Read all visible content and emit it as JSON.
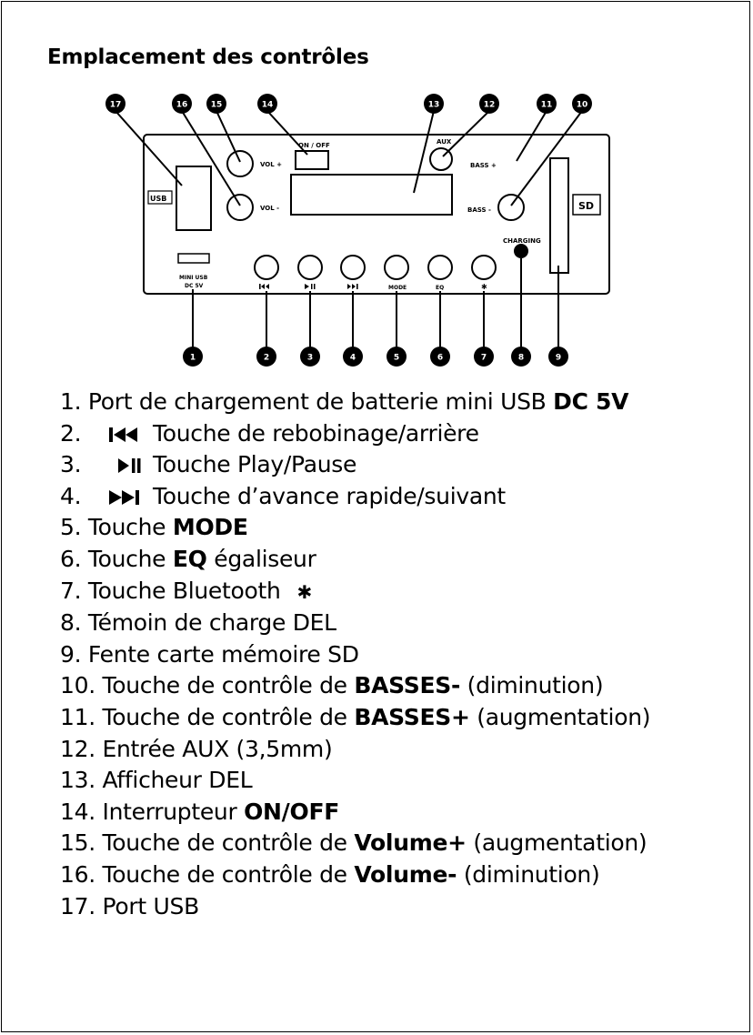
{
  "title": "Emplacement des contrôles",
  "panel_labels": {
    "vol_plus": "VOL +",
    "vol_minus": "VOL -",
    "on_off": "ON / OFF",
    "aux": "AUX",
    "bass_plus": "BASS +",
    "bass_minus": "BASS -",
    "charging": "CHARGING",
    "sd": "SD",
    "usb": "USB",
    "mini_usb": "MINI USB",
    "dc5v": "DC 5V",
    "mode": "MODE",
    "eq": "EQ"
  },
  "callouts": [
    "1",
    "2",
    "3",
    "4",
    "5",
    "6",
    "7",
    "8",
    "9",
    "10",
    "11",
    "12",
    "13",
    "14",
    "15",
    "16",
    "17"
  ],
  "items": {
    "i1": {
      "pre": "1. Port de chargement de batterie mini USB ",
      "bold": "DC 5V"
    },
    "i2": {
      "num": "2.",
      "text": "Touche de rebobinage/arrière"
    },
    "i3": {
      "num": "3.",
      "text": "Touche Play/Pause"
    },
    "i4": {
      "num": "4.",
      "text": "Touche d’avance rapide/suivant"
    },
    "i5": {
      "pre": "5. Touche ",
      "bold": "MODE"
    },
    "i6": {
      "pre": "6. Touche ",
      "bold": "EQ",
      "post": " égaliseur"
    },
    "i7": {
      "pre": "7. Touche Bluetooth",
      "glyph": "✱"
    },
    "i8": {
      "pre": "8. Témoin de charge DEL"
    },
    "i9": {
      "pre": "9. Fente carte mémoire SD"
    },
    "i10": {
      "pre": "10. Touche de contrôle de ",
      "bold": "BASSES-",
      "post": " (diminution)"
    },
    "i11": {
      "pre": "11. Touche de contrôle de ",
      "bold": "BASSES+",
      "post": " (augmentation)"
    },
    "i12": {
      "pre": "12. Entrée AUX (3,5mm)"
    },
    "i13": {
      "pre": "13. Afficheur DEL"
    },
    "i14": {
      "pre": "14. Interrupteur ",
      "bold": "ON/OFF"
    },
    "i15": {
      "pre": "15. Touche de contrôle de ",
      "bold": "Volume+",
      "post": " (augmentation)"
    },
    "i16": {
      "pre": "16. Touche de contrôle de ",
      "bold": "Volume-",
      "post": " (diminution)"
    },
    "i17": {
      "pre": "17. Port USB"
    }
  }
}
